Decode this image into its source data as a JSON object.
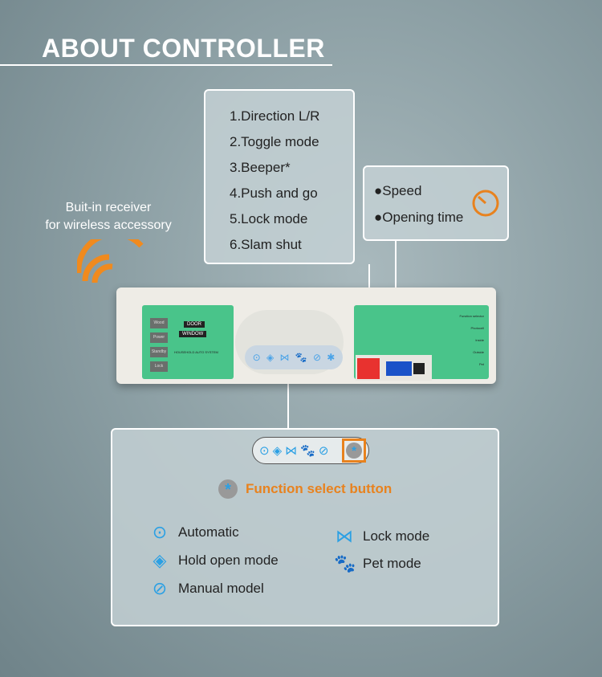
{
  "title": "ABOUT CONTROLLER",
  "dip_switches": [
    "1.Direction L/R",
    "2.Toggle mode",
    "3.Beeper*",
    "4.Push and go",
    "5.Lock mode",
    "6.Slam shut"
  ],
  "potentiometers": [
    "●Speed",
    "●Opening time"
  ],
  "receiver": {
    "line1": "Buit-in receiver",
    "line2": "for wireless accessory"
  },
  "device": {
    "left_buttons": [
      "Wood",
      "Power",
      "Standby",
      "Lock"
    ],
    "logo_top": "DOOR",
    "logo_bottom": "WINDOW",
    "brand": "HOUSEHOLD AUTO SYSTEM",
    "right_labels": [
      "Function selector",
      "Photocell",
      "Inside",
      "Outside",
      "Pet"
    ]
  },
  "function_select": {
    "label": "Function select button",
    "icon": "asterisk-icon",
    "highlight_color": "#e8821e"
  },
  "modes_left": [
    {
      "icon": "circle-dot-icon",
      "label": "Automatic"
    },
    {
      "icon": "hold-open-icon",
      "label": "Hold open mode"
    },
    {
      "icon": "slash-circle-icon",
      "label": "Manual model"
    }
  ],
  "modes_right": [
    {
      "icon": "lock-mode-icon",
      "label": "Lock mode"
    },
    {
      "icon": "paw-icon",
      "label": "Pet mode"
    }
  ],
  "icon_color": "#2ba0e4"
}
